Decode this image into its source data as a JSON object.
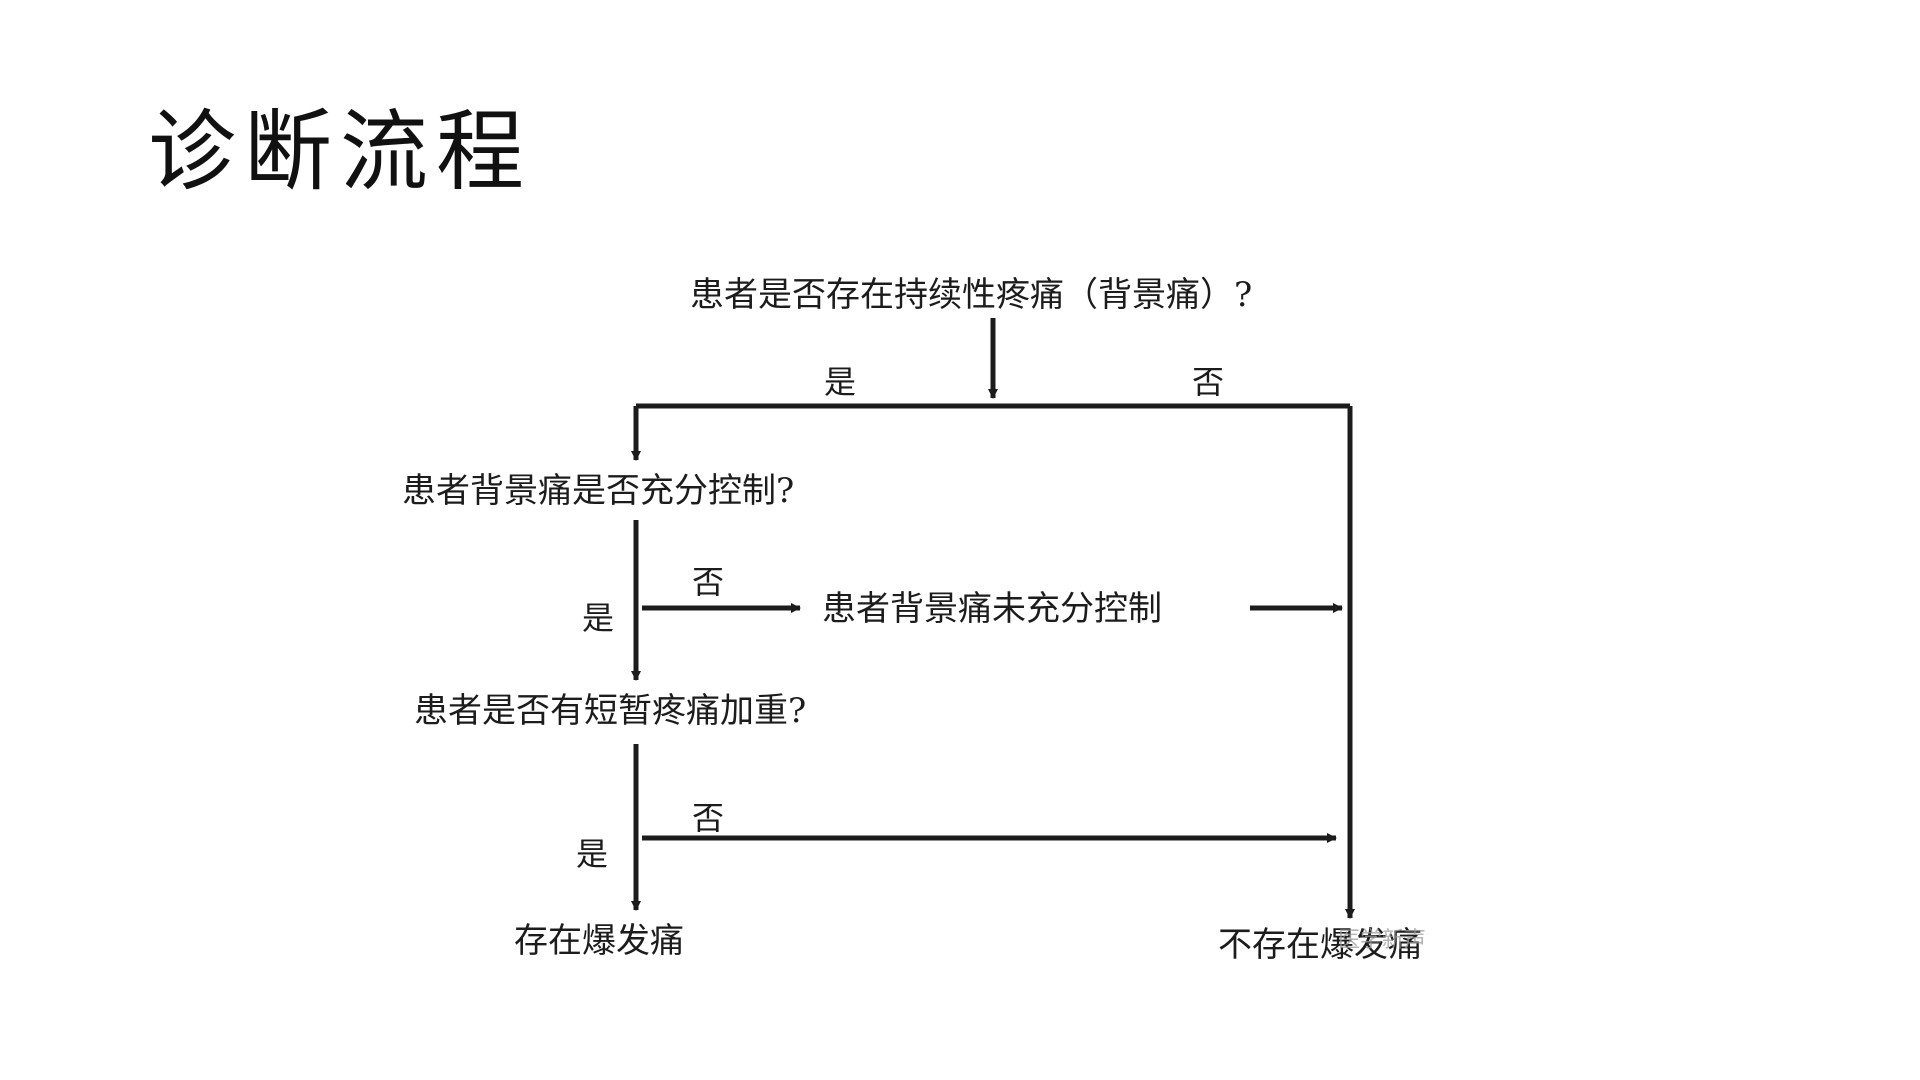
{
  "slide": {
    "title": "诊断流程"
  },
  "flowchart": {
    "nodes": {
      "q1": "患者是否存在持续性疼痛（背景痛）?",
      "q2": "患者背景痛是否充分控制?",
      "n_uncontrolled": "患者背景痛未充分控制",
      "q3": "患者是否有短暂疼痛加重?",
      "end_yes": "存在爆发痛",
      "end_no": "不存在爆发痛"
    },
    "labels": {
      "q1_yes": "是",
      "q1_no": "否",
      "q2_no": "否",
      "q2_yes": "是",
      "q3_no": "否",
      "q3_yes": "是"
    },
    "watermark": "医学新声"
  },
  "colors": {
    "line": "#1c1c1c",
    "background": "#ffffff"
  }
}
